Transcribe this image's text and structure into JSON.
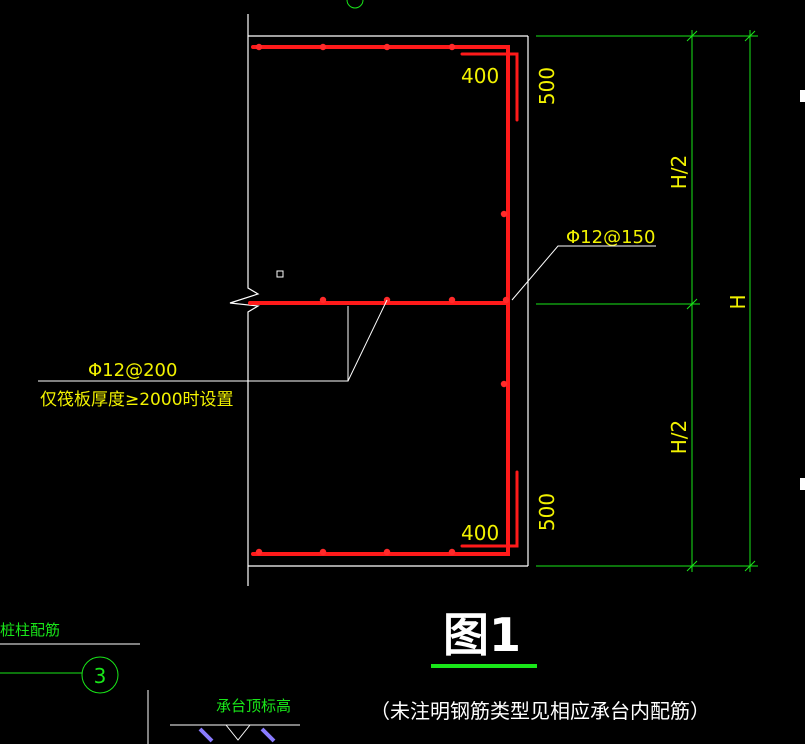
{
  "colors": {
    "background": "#000000",
    "outline": "#ffffff",
    "rebar": "#ff1a1a",
    "dimension": "#19e619",
    "annotation": "#f2f200",
    "title_underline": "#19e619"
  },
  "dimensions": {
    "top_right": "500",
    "bottom_right": "500",
    "half_upper": "H/2",
    "half_lower": "H/2",
    "total": "H"
  },
  "rebar_labels": {
    "hook_top": "400",
    "hook_bottom": "400",
    "side_bar_spec": "Φ12@150",
    "middle_bar_spec": "Φ12@200",
    "middle_bar_note": "仅筏板厚度≥2000时设置"
  },
  "figure": {
    "title": "图1",
    "note": "（未注明钢筋类型见相应承台内配筋）"
  },
  "fragments": {
    "pile_reinforcement": "桩柱配筋",
    "callout_number": "3",
    "cap_top_elevation": "承台顶标高"
  }
}
